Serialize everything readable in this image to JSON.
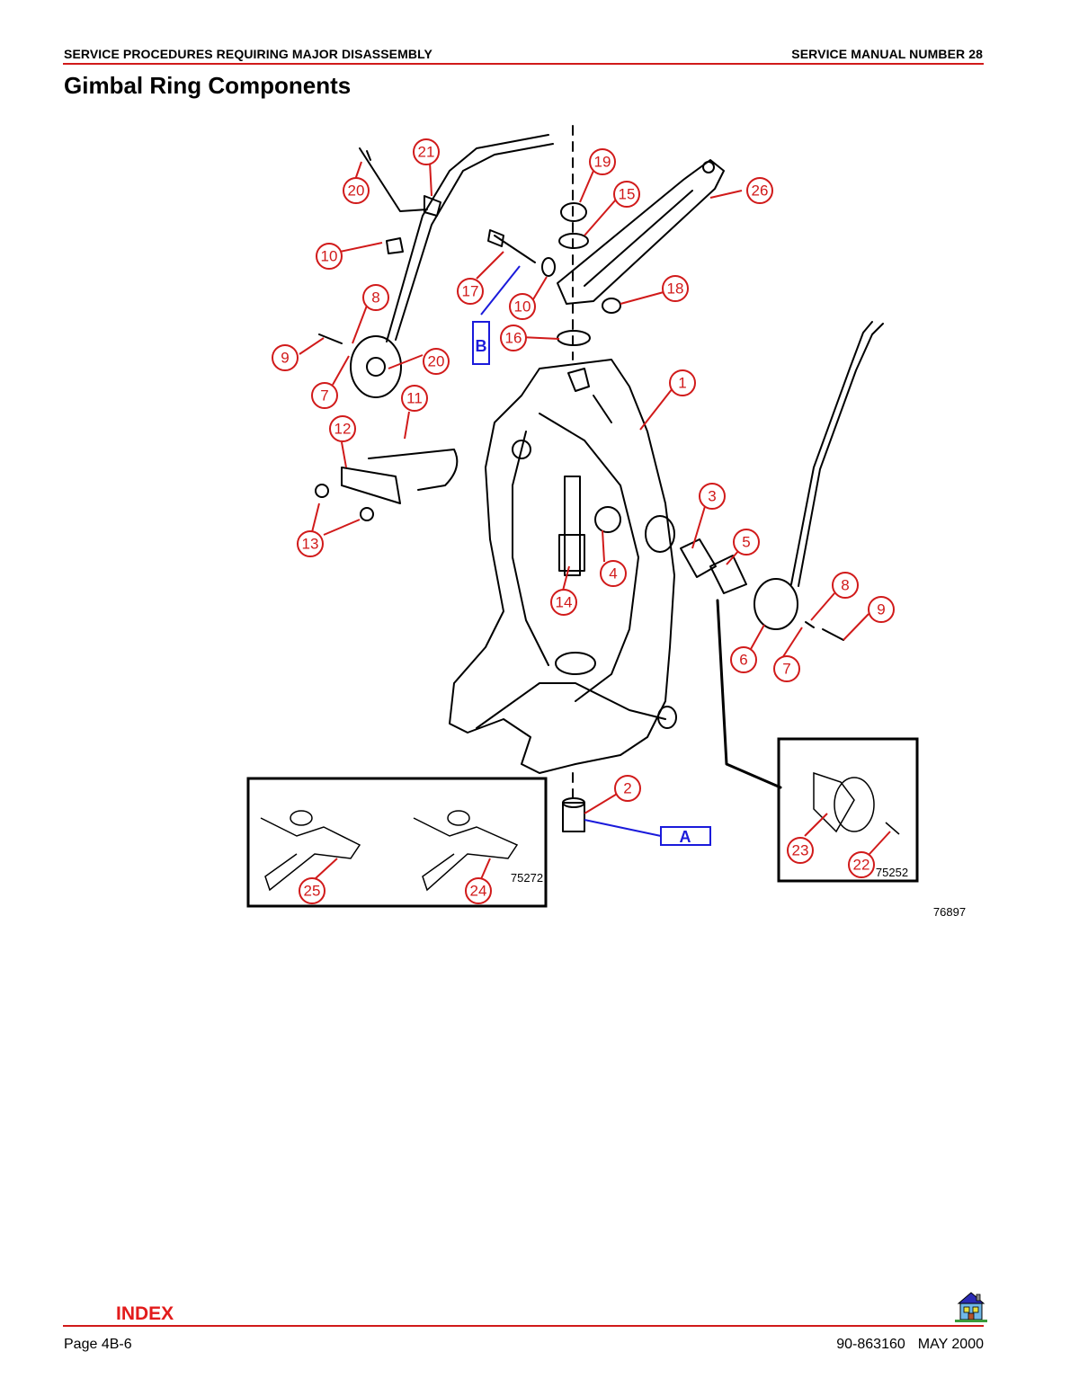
{
  "header": {
    "section": "SERVICE PROCEDURES REQUIRING MAJOR DISASSEMBLY",
    "manual": "SERVICE MANUAL NUMBER 28"
  },
  "title": "Gimbal Ring Components",
  "diagram": {
    "callouts": [
      "1",
      "2",
      "3",
      "4",
      "5",
      "6",
      "7",
      "7",
      "8",
      "8",
      "9",
      "9",
      "10",
      "10",
      "11",
      "12",
      "13",
      "14",
      "15",
      "16",
      "17",
      "18",
      "19",
      "20",
      "20",
      "21",
      "22",
      "23",
      "24",
      "25",
      "26"
    ],
    "lubricants": [
      "A",
      "B"
    ],
    "figure_numbers": [
      "75272",
      "75252",
      "76897"
    ]
  },
  "colors": {
    "accent": "#d11a1a",
    "lubricant": "#1a1adb"
  },
  "footer": {
    "index_label": "INDEX",
    "page": "Page 4B-6",
    "part_number": "90-863160",
    "date": "MAY 2000"
  },
  "icons": {
    "home": "home-icon"
  }
}
